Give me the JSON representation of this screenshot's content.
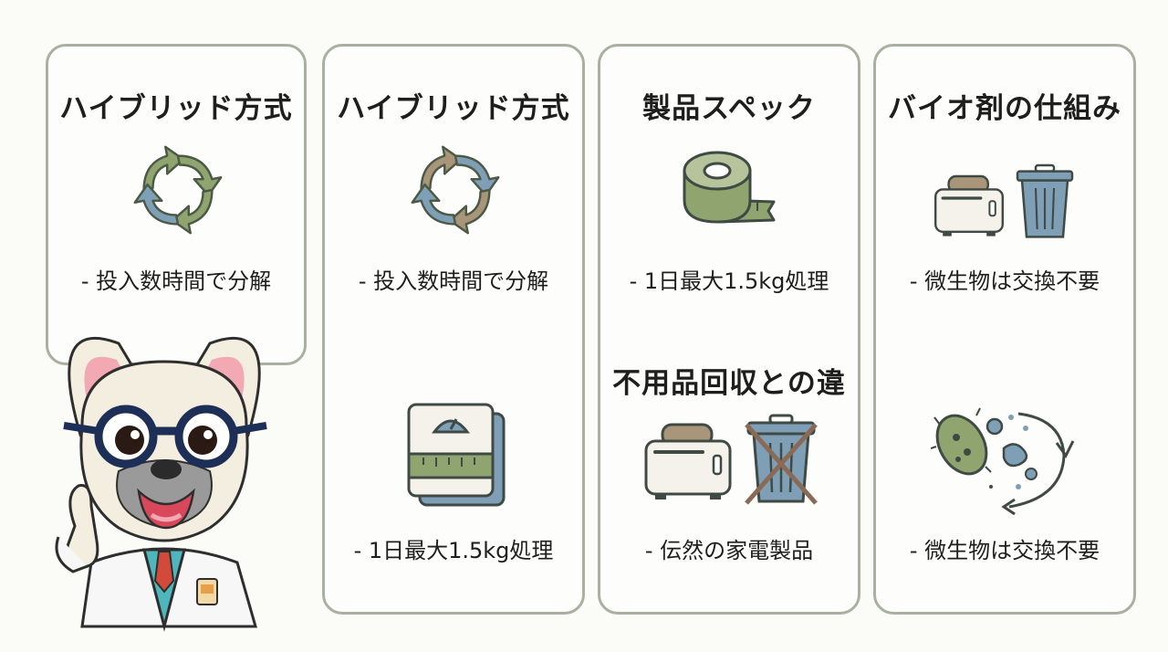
{
  "cards": [
    {
      "title": "ハイブリッド方式",
      "desc": "- 投入数時間で分解"
    },
    {
      "title": "ハイブリッド方式",
      "desc": "- 投入数時間で分解",
      "desc2": "- 1日最大1.5kg処理"
    },
    {
      "title": "製品スペック",
      "desc": "- 1日最大1.5kg処理",
      "title2": "不用品回収との違",
      "desc2": "- 伝然の家電製品"
    },
    {
      "title": "バイオ剤の仕組み",
      "desc": "- 微生物は交換不要",
      "desc2": "- 微生物は交換不要"
    }
  ],
  "icons": {
    "recycle": "recycle-arrows-icon",
    "tape": "measuring-tape-icon",
    "toaster": "toaster-icon",
    "trash": "trash-can-icon",
    "crossed_trash": "crossed-trash-can-icon",
    "scale": "weighing-scale-icon",
    "microbe": "microbes-cycle-icon"
  },
  "colors": {
    "green": "#8fa46e",
    "blue": "#7f9fb7",
    "tan": "#a8957a",
    "border": "#aab0a0",
    "brown": "#8a6a55"
  }
}
